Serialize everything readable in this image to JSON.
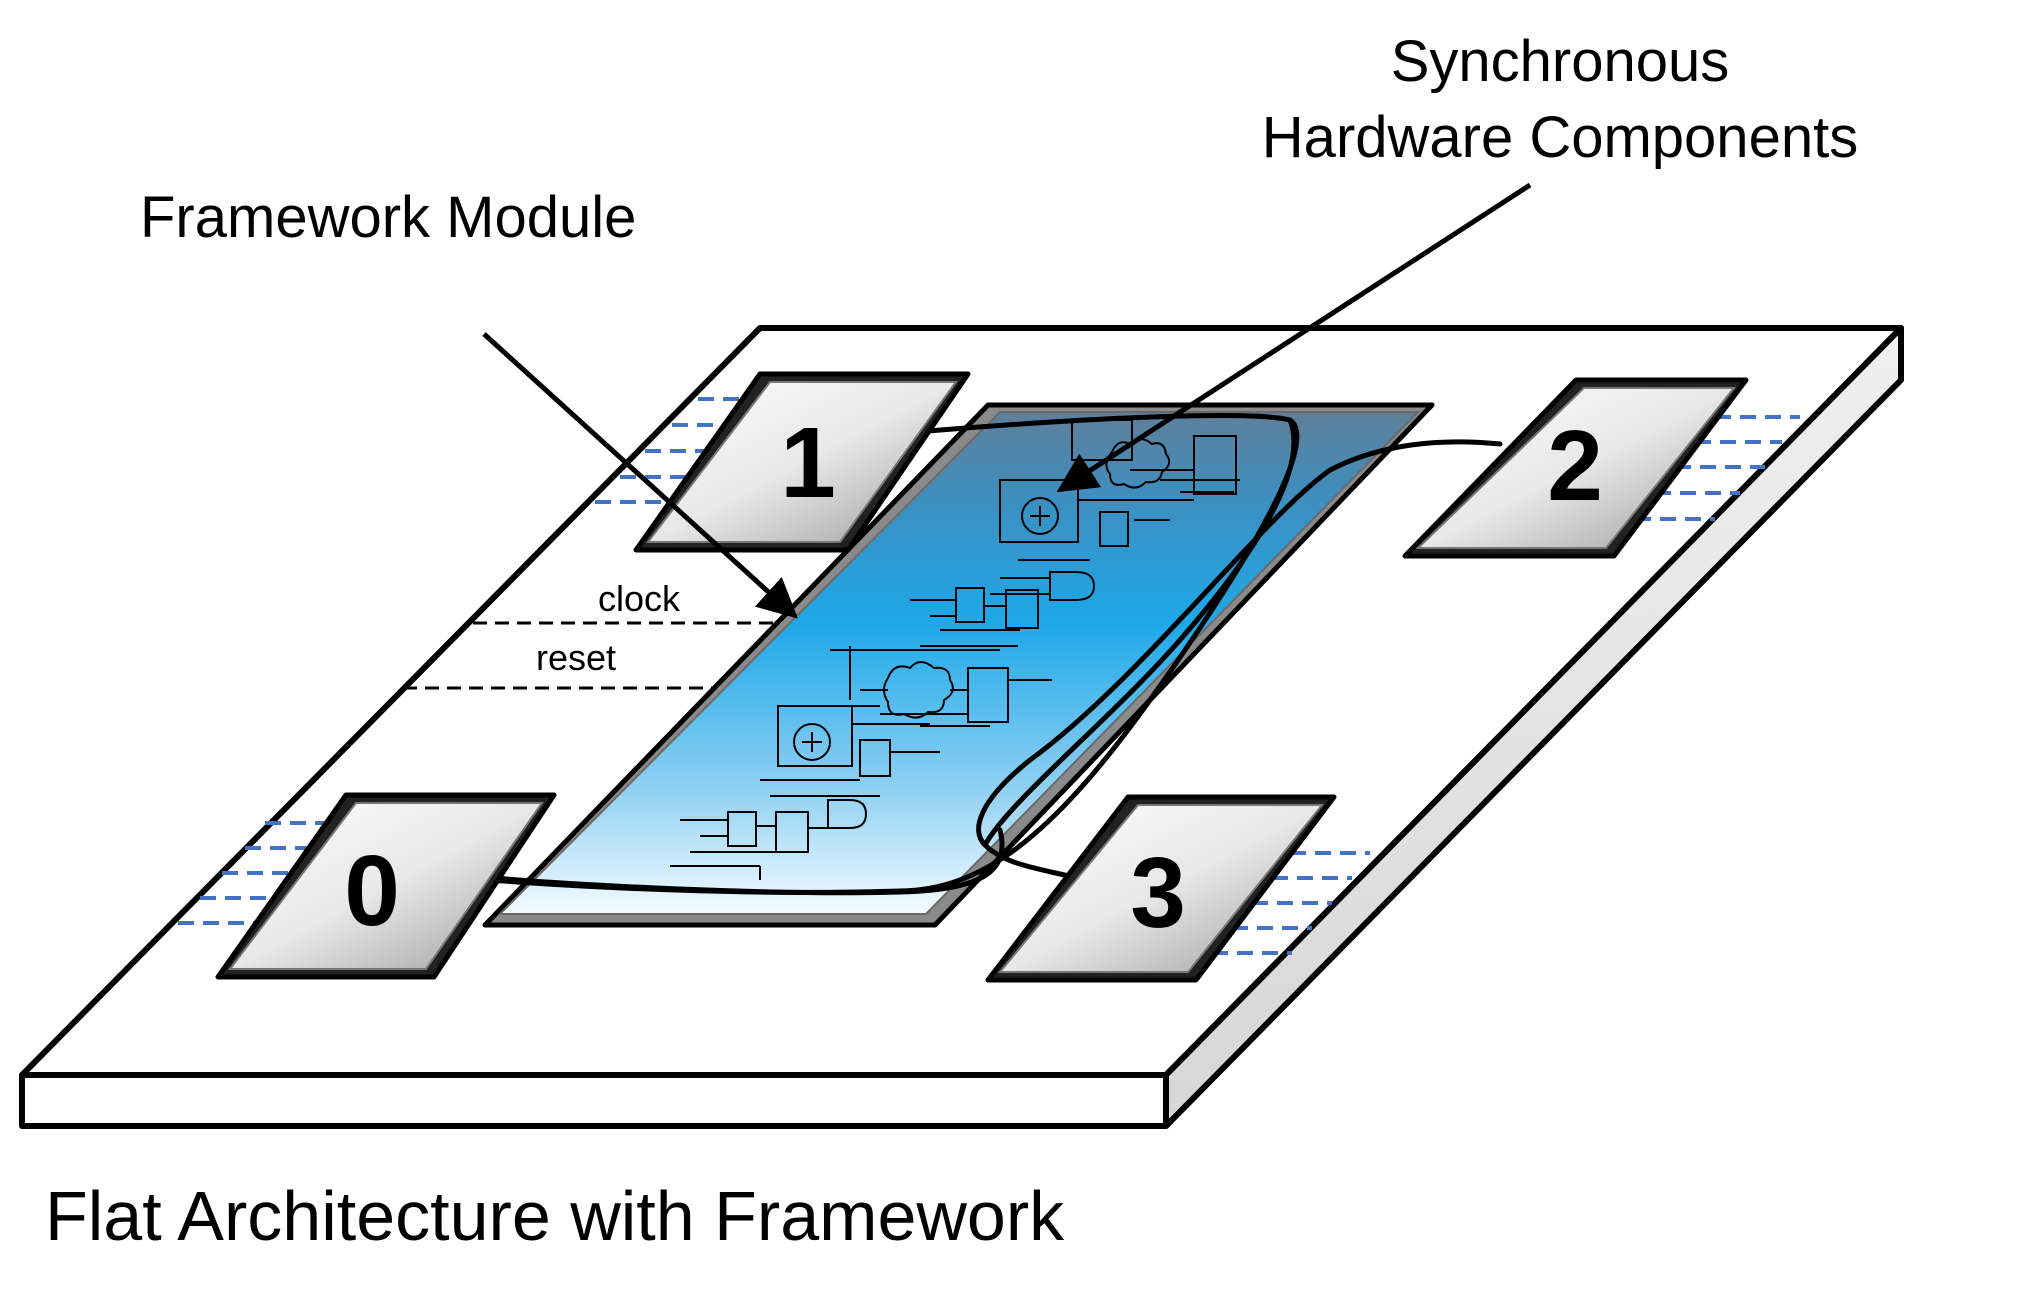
{
  "labels": {
    "framework_module": "Framework Module",
    "sync_line1": "Synchronous",
    "sync_line2": "Hardware Components",
    "clock": "clock",
    "reset": "reset",
    "caption": "Flat Architecture with Framework"
  },
  "ports": [
    "0",
    "1",
    "2",
    "3"
  ],
  "colors": {
    "module_blue": "#1ea8e8",
    "dash_blue": "#4472c4",
    "outline": "#000000",
    "port_gray": "#c8c8c8"
  }
}
